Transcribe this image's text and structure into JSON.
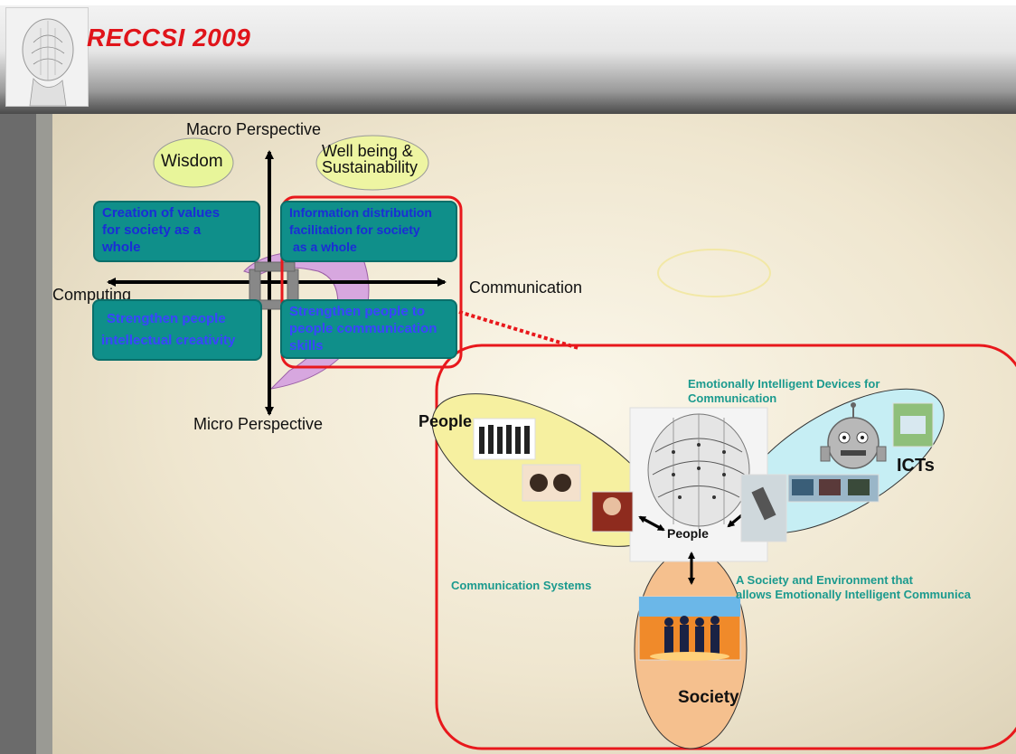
{
  "header": {
    "title": "RECCSI 2009"
  },
  "quadrant": {
    "top_axis": "Macro Perspective",
    "bottom_axis": "Micro Perspective",
    "left_axis": "Computing",
    "right_axis": "Communication",
    "top_left_oval": "Wisdom",
    "top_right_oval_line1": "Well being &",
    "top_right_oval_line2": "Sustainability",
    "boxes": {
      "top_left": [
        "Creation of values",
        "for society as a",
        "whole"
      ],
      "top_right": [
        "Information distribution",
        "facilitation for society",
        "as a whole"
      ],
      "bottom_left": [
        "Strengthen people",
        "intellectual creativity"
      ],
      "bottom_right": [
        "Strengthen people to",
        "people communication",
        "skills"
      ]
    }
  },
  "detail": {
    "people_label": "People",
    "center_people_label": "People",
    "icts_label": "ICTs",
    "society_label": "Society",
    "emotional_devices": [
      "Emotionally Intelligent Devices for",
      "Communication"
    ],
    "communication_systems": "Communication Systems",
    "society_environment": [
      "A Society and Environment that",
      "allows Emotionally Intelligent Communica"
    ]
  },
  "colors": {
    "title": "#e0141a",
    "box_fill": "#0f8f8a",
    "box_text": "#1a2dd6",
    "highlight": "#e8181c",
    "people_ellipse": "#f6f0a0",
    "icts_ellipse": "#c6eef4",
    "society_ellipse": "#f5c08e",
    "teal_text": "#1b9a8e"
  }
}
